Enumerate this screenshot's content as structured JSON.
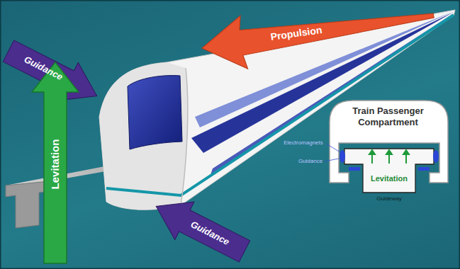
{
  "diagram": {
    "nodes": [
      {
        "text": [
          "Train Passenger Compartment"
        ]
      }
    ],
    "labels": [
      "Propulsion",
      "Guidance",
      "Levitation",
      "Guidance",
      "Electromagnets",
      "Guidance",
      "Levitation",
      "Guideway"
    ]
  }
}
